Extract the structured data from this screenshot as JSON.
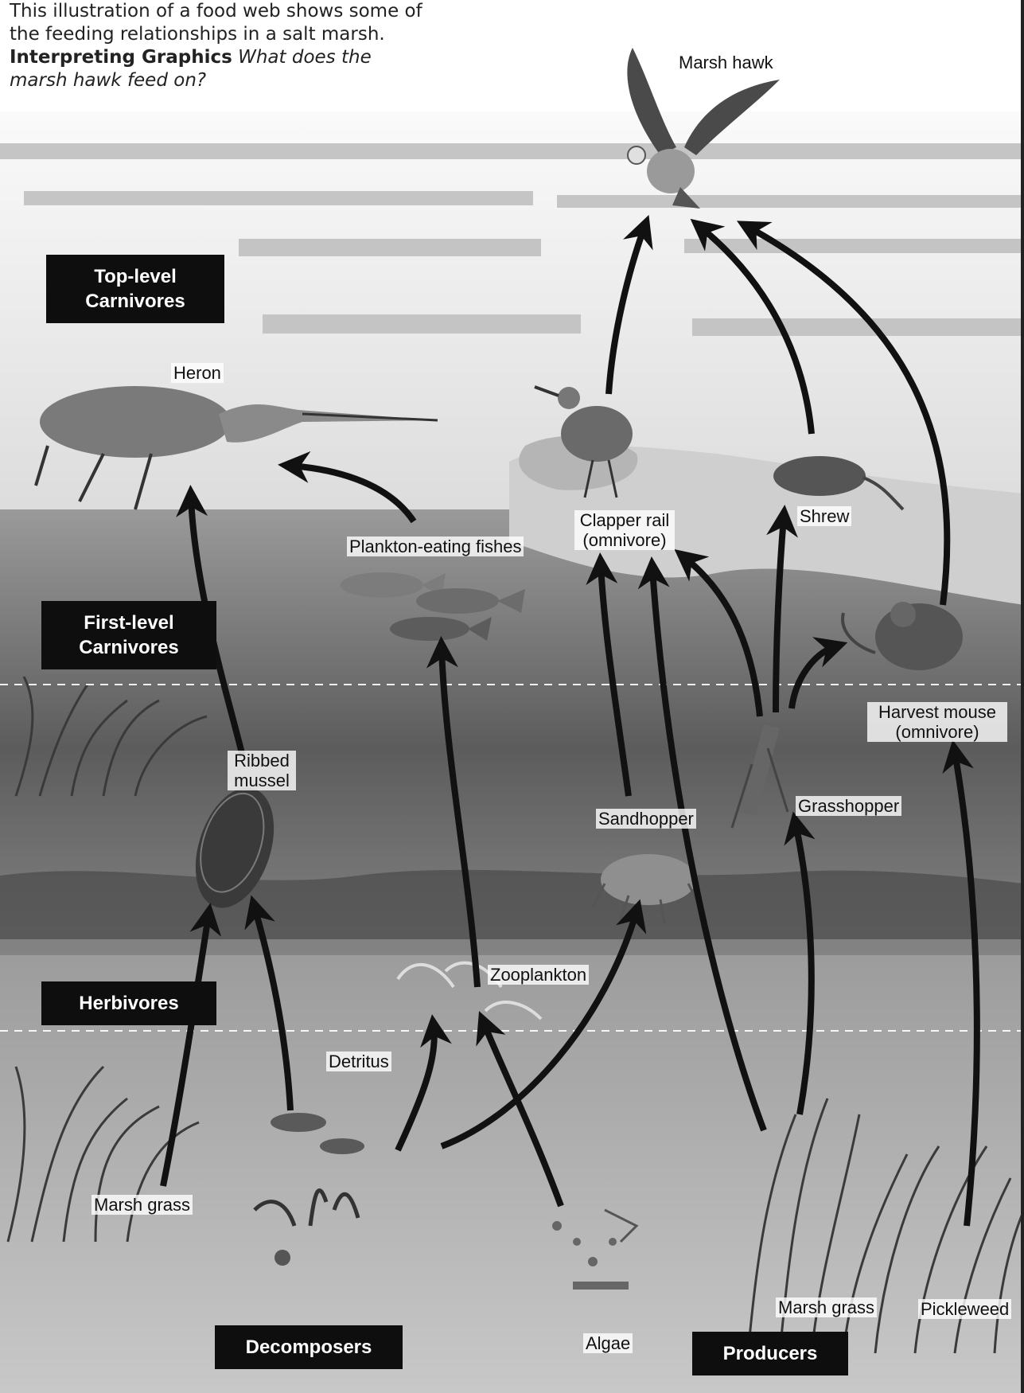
{
  "caption": {
    "text": "This illustration of a food web shows some of the feeding relationships in a salt marsh.",
    "lead_in": "Interpreting Graphics",
    "question": "What does the marsh hawk feed on?"
  },
  "levels": {
    "top_level_carnivores": "Top-level Carnivores",
    "first_level_carnivores": "First-level Carnivores",
    "herbivores": "Herbivores",
    "decomposers": "Decomposers",
    "producers": "Producers"
  },
  "organisms": {
    "marsh_hawk": "Marsh hawk",
    "heron": "Heron",
    "clapper_rail": "Clapper rail (omnivore)",
    "shrew": "Shrew",
    "plankton_eating_fishes": "Plankton-eating fishes",
    "harvest_mouse": "Harvest mouse (omnivore)",
    "ribbed_mussel": "Ribbed mussel",
    "sandhopper": "Sandhopper",
    "grasshopper": "Grasshopper",
    "zooplankton": "Zooplankton",
    "detritus": "Detritus",
    "marsh_grass_left": "Marsh grass",
    "marsh_grass_right": "Marsh grass",
    "pickleweed": "Pickleweed",
    "algae": "Algae"
  },
  "feeding_links": [
    {
      "from": "Clapper rail",
      "to": "Marsh hawk"
    },
    {
      "from": "Shrew",
      "to": "Marsh hawk"
    },
    {
      "from": "Harvest mouse",
      "to": "Marsh hawk"
    },
    {
      "from": "Plankton-eating fishes",
      "to": "Heron"
    },
    {
      "from": "Ribbed mussel",
      "to": "Heron"
    },
    {
      "from": "Zooplankton",
      "to": "Plankton-eating fishes"
    },
    {
      "from": "Sandhopper",
      "to": "Clapper rail"
    },
    {
      "from": "Marsh grass",
      "to": "Clapper rail"
    },
    {
      "from": "Grasshopper",
      "to": "Clapper rail"
    },
    {
      "from": "Grasshopper",
      "to": "Shrew"
    },
    {
      "from": "Grasshopper",
      "to": "Harvest mouse"
    },
    {
      "from": "Pickleweed",
      "to": "Harvest mouse"
    },
    {
      "from": "Marsh grass",
      "to": "Grasshopper"
    },
    {
      "from": "Marsh grass",
      "to": "Ribbed mussel"
    },
    {
      "from": "Detritus",
      "to": "Ribbed mussel"
    },
    {
      "from": "Detritus",
      "to": "Zooplankton"
    },
    {
      "from": "Detritus",
      "to": "Sandhopper"
    },
    {
      "from": "Algae",
      "to": "Zooplankton"
    }
  ],
  "colors": {
    "label_box": "#0e0e0e",
    "label_text": "#ffffff",
    "arrow": "#111111",
    "sky": "#f2f2f2",
    "water": "#6f6f6f"
  }
}
